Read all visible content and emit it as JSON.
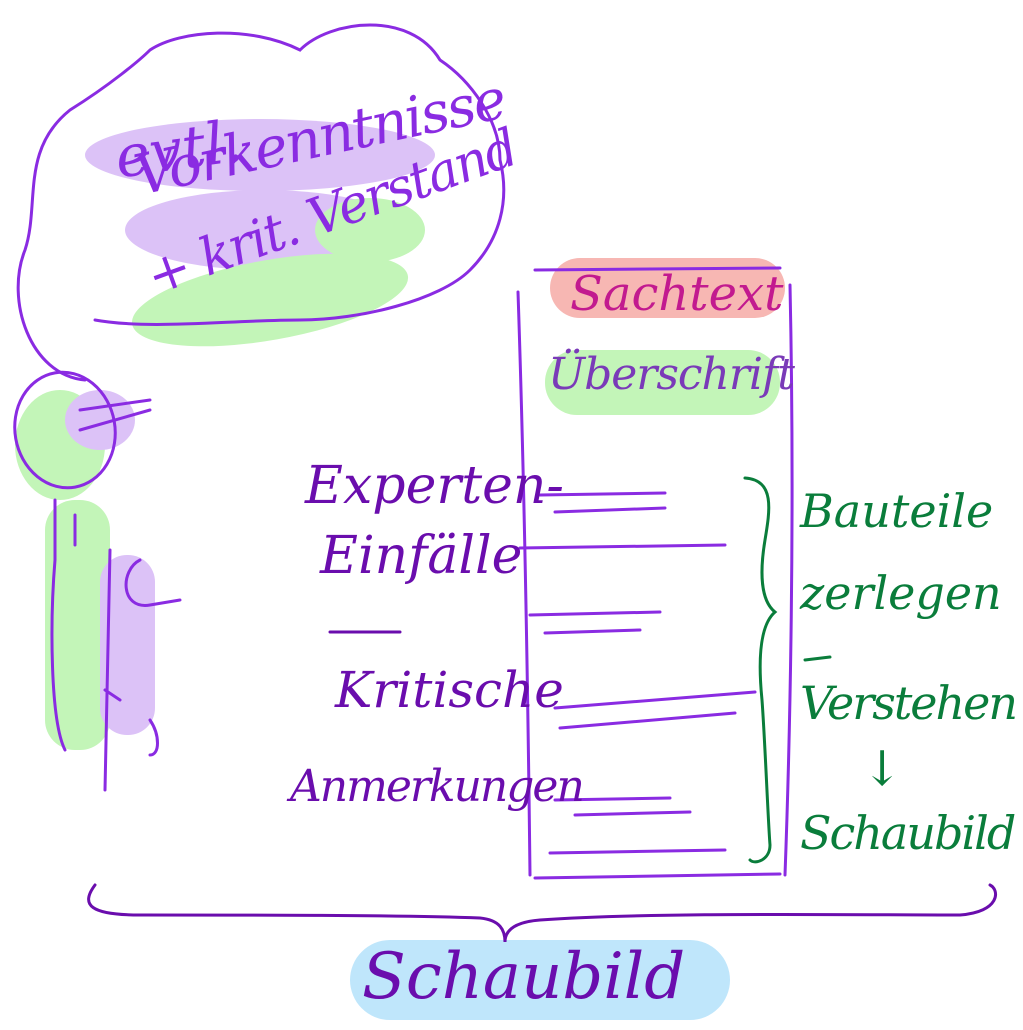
{
  "colors": {
    "purple_ink": "#8a2be2",
    "dark_purple_ink": "#6a0dad",
    "green_ink": "#0a7d3b",
    "purple_highlight": "#dcc2f7",
    "green_highlight": "#c3f5b8",
    "red_highlight": "#f7b7b3",
    "blue_highlight": "#bfe6fb",
    "background": "#ffffff"
  },
  "thought_cloud": {
    "line1": "evtl.",
    "line2": "Vorkenntnisse",
    "line3": "+ krit. Verstand"
  },
  "document": {
    "title": "Sachtext",
    "heading": "Überschrift"
  },
  "annotations": {
    "experts_line1": "Experten-",
    "experts_line2": "Einfälle",
    "critical_line1": "Kritische",
    "critical_line2": "Anmerkungen"
  },
  "right_steps": {
    "step1": "Bauteile",
    "step2": "zerlegen",
    "step3": "Verstehen",
    "arrow": "↓",
    "step4": "Schaubild"
  },
  "bottom_label": "Schaubild"
}
